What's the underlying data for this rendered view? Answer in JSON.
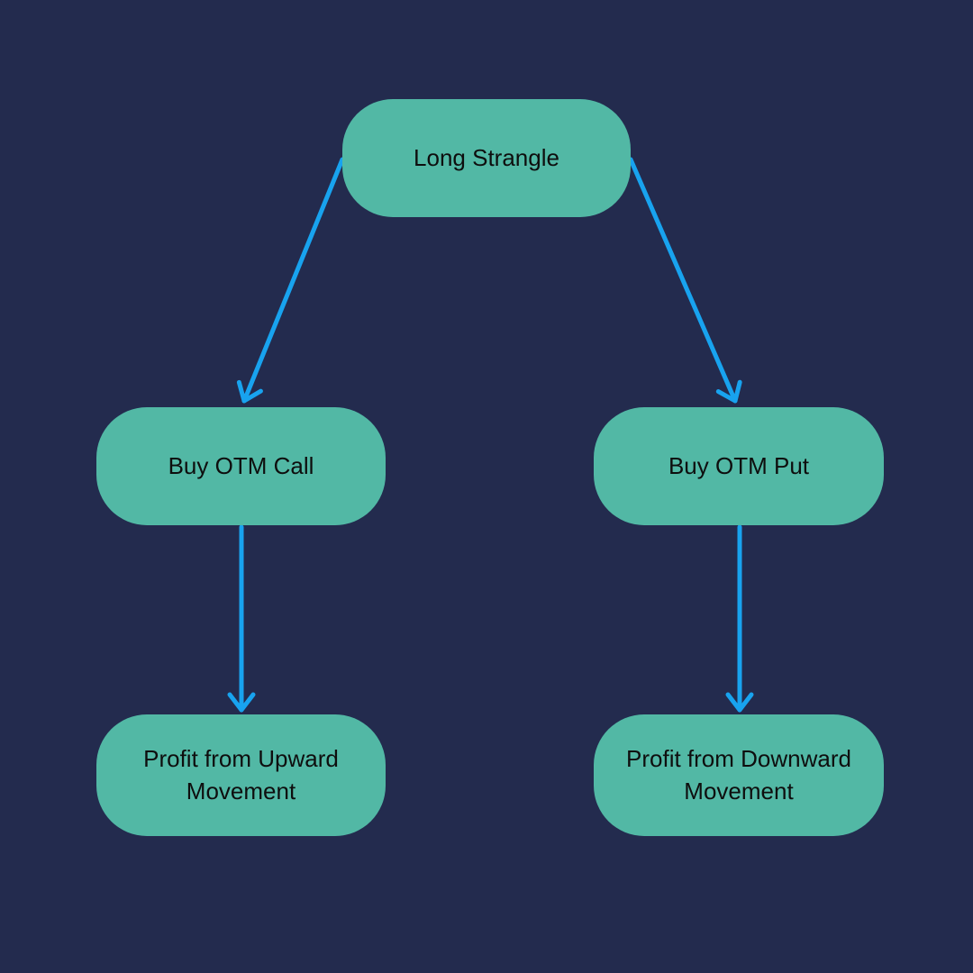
{
  "colors": {
    "background": "#232B4E",
    "node_fill": "#52B8A5",
    "arrow": "#18A3EF",
    "text": "#0E0E0E"
  },
  "diagram": {
    "type": "flowchart",
    "nodes": {
      "root": {
        "label": "Long Strangle"
      },
      "left_child": {
        "label": "Buy OTM Call"
      },
      "right_child": {
        "label": "Buy OTM Put"
      },
      "left_leaf": {
        "label": "Profit from Upward Movement"
      },
      "right_leaf": {
        "label": "Profit from Downward Movement"
      }
    },
    "edges": [
      {
        "from": "root",
        "to": "left_child"
      },
      {
        "from": "root",
        "to": "right_child"
      },
      {
        "from": "left_child",
        "to": "left_leaf"
      },
      {
        "from": "right_child",
        "to": "right_leaf"
      }
    ]
  }
}
